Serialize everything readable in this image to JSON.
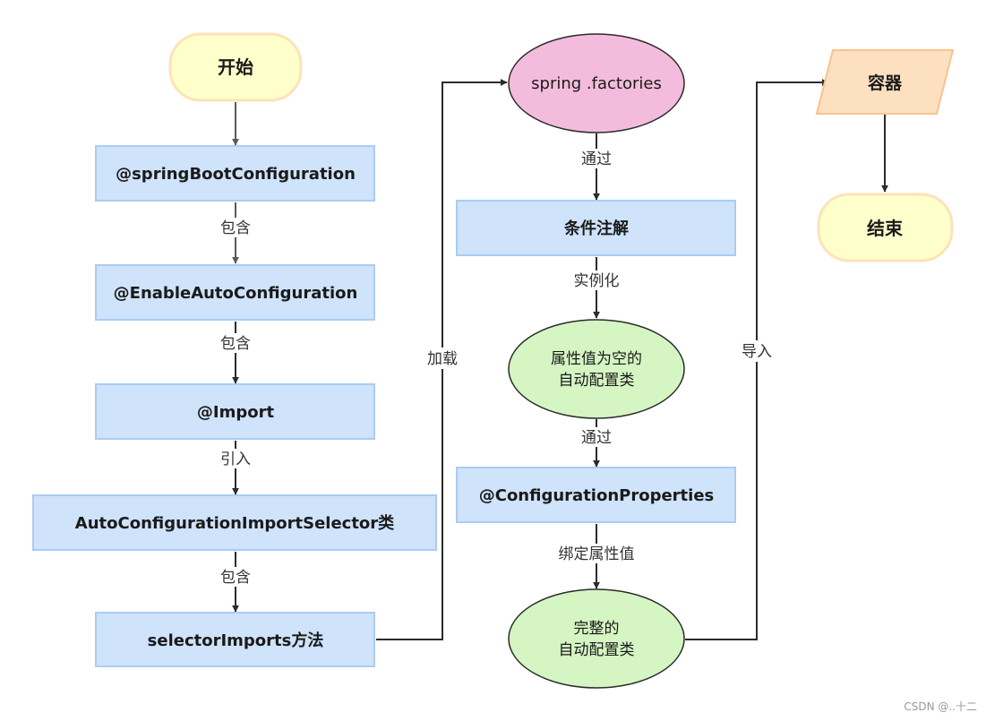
{
  "colors": {
    "box_fill": "#cfe3fa",
    "box_stroke": "#a9cdf2",
    "start_fill": "#ffffcc",
    "start_stroke": "#fde3b8",
    "factories_fill": "#f4bcdc",
    "green_fill": "#d5f5c3",
    "container_fill": "#fde0c0",
    "container_stroke": "#f8c28e",
    "line": "#2b2b2b"
  },
  "nodes": {
    "start": "开始",
    "spring_boot_configuration": "@springBootConfiguration",
    "enable_auto_configuration": "@EnableAutoConfiguration",
    "import": "@Import",
    "import_selector": "AutoConfigurationImportSelector类",
    "selector_imports": "selectorImports方法",
    "spring_factories": "spring .factories",
    "conditional_annotation": "条件注解",
    "empty_props_config": [
      "属性值为空的",
      "自动配置类"
    ],
    "configuration_properties": "@ConfigurationProperties",
    "complete_config": [
      "完整的",
      "自动配置类"
    ],
    "container": "容器",
    "end": "结束"
  },
  "edges": {
    "contains_1": "包含",
    "contains_2": "包含",
    "introduces": "引入",
    "contains_3": "包含",
    "loads": "加载",
    "via_1": "通过",
    "instantiate": "实例化",
    "via_2": "通过",
    "bind_props": "绑定属性值",
    "imports_into": "导入"
  },
  "watermark": "CSDN @..十二"
}
